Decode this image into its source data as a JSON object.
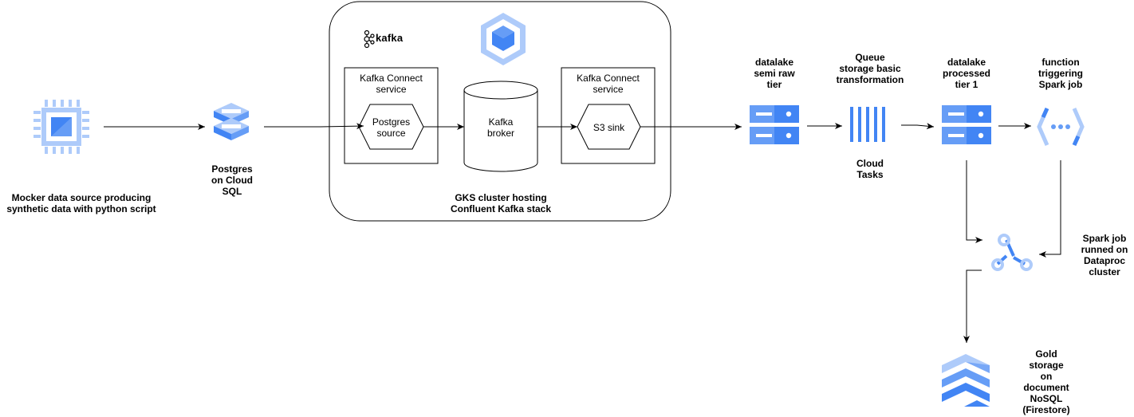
{
  "colors": {
    "gcp_blue_dark": "#4285F4",
    "gcp_blue_light": "#AECBFA",
    "line": "#000000",
    "cluster_border": "#000000"
  },
  "nodes": {
    "mock_source": {
      "icon": "compute-engine-chip-icon",
      "label": [
        "Mocker data source producing",
        "synthetic data with python script"
      ]
    },
    "cloud_sql": {
      "icon": "cloud-sql-icon",
      "label": [
        "Postgres",
        "on Cloud",
        "SQL"
      ]
    },
    "gke_cluster": {
      "icon": "kubernetes-engine-icon",
      "label": [
        "GKS cluster hosting",
        "Confluent Kafka stack"
      ],
      "kafka_logo": "kafka"
    },
    "connect_source": {
      "title": [
        "Kafka Connect",
        "service"
      ],
      "hex": [
        "Postgres",
        "source"
      ]
    },
    "kafka_broker": {
      "label": [
        "Kafka",
        "broker"
      ]
    },
    "connect_sink": {
      "title": [
        "Kafka Connect",
        "service"
      ],
      "hex": [
        "S3 sink"
      ]
    },
    "datalake_raw": {
      "icon": "cloud-storage-icon",
      "label": [
        "datalake",
        "semi raw",
        "tier"
      ]
    },
    "cloud_tasks": {
      "icon": "cloud-tasks-icon",
      "top_label": [
        "Queue",
        "storage basic",
        "transformation"
      ],
      "bottom_label": [
        "Cloud",
        "Tasks"
      ]
    },
    "datalake_processed": {
      "icon": "cloud-storage-icon",
      "label": [
        "datalake",
        "processed",
        "tier 1"
      ]
    },
    "cloud_function": {
      "icon": "cloud-functions-icon",
      "label": [
        "function",
        "triggering",
        "Spark job"
      ]
    },
    "dataproc": {
      "icon": "dataproc-icon",
      "label": [
        "Spark job",
        "runned on",
        "Dataproc",
        "cluster"
      ]
    },
    "firestore": {
      "icon": "firestore-icon",
      "label": [
        "Gold",
        "storage",
        "on",
        "document",
        "NoSQL",
        "(Firestore)"
      ]
    }
  }
}
